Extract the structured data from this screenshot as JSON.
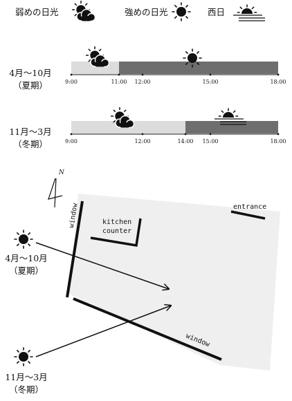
{
  "legend": {
    "weak": "弱めの日光",
    "strong": "強めの日光",
    "west": "西日"
  },
  "summer": {
    "line1": "4月～10月",
    "line2": "（夏期）",
    "ticks": [
      "9:00",
      "11:00",
      "12:00",
      "15:00",
      "18:00"
    ]
  },
  "winter": {
    "line1": "11月～3月",
    "line2": "（冬期）",
    "ticks": [
      "9:00",
      "12:00",
      "14:00",
      "15:00",
      "18:00"
    ]
  },
  "plan": {
    "north": "N",
    "window_left": "window",
    "window_bottom": "window",
    "kitchen_line1": "kitchen",
    "kitchen_line2": "counter",
    "entrance": "entrance",
    "summer_line1": "4月～10月",
    "summer_line2": "（夏期）",
    "winter_line1": "11月～3月",
    "winter_line2": "（冬期）"
  },
  "colors": {
    "weak_bar": "#dcdcdc",
    "strong_bar": "#6e6e6e",
    "room": "#efefef"
  }
}
